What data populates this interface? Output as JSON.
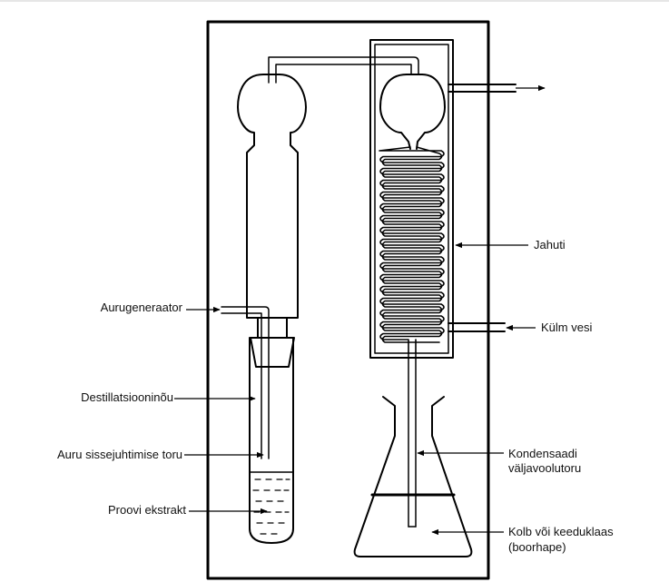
{
  "labels": {
    "steam_generator": "Aurugeneraator",
    "distillation_vessel": "Destillatsiooninõu",
    "steam_inlet_tube": "Auru sissejuhtimise toru",
    "sample_extract": "Proovi ekstrakt",
    "condenser": "Jahuti",
    "cold_water": "Külm vesi",
    "condensate_outlet_line1": "Kondensaadi",
    "condensate_outlet_line2": "väljavoolutoru",
    "flask_line1": "Kolb või keeduklaas",
    "flask_line2": "(boorhape)"
  },
  "colors": {
    "line": "#000000",
    "background": "#ffffff",
    "top_strip": "#e6e6e6"
  }
}
